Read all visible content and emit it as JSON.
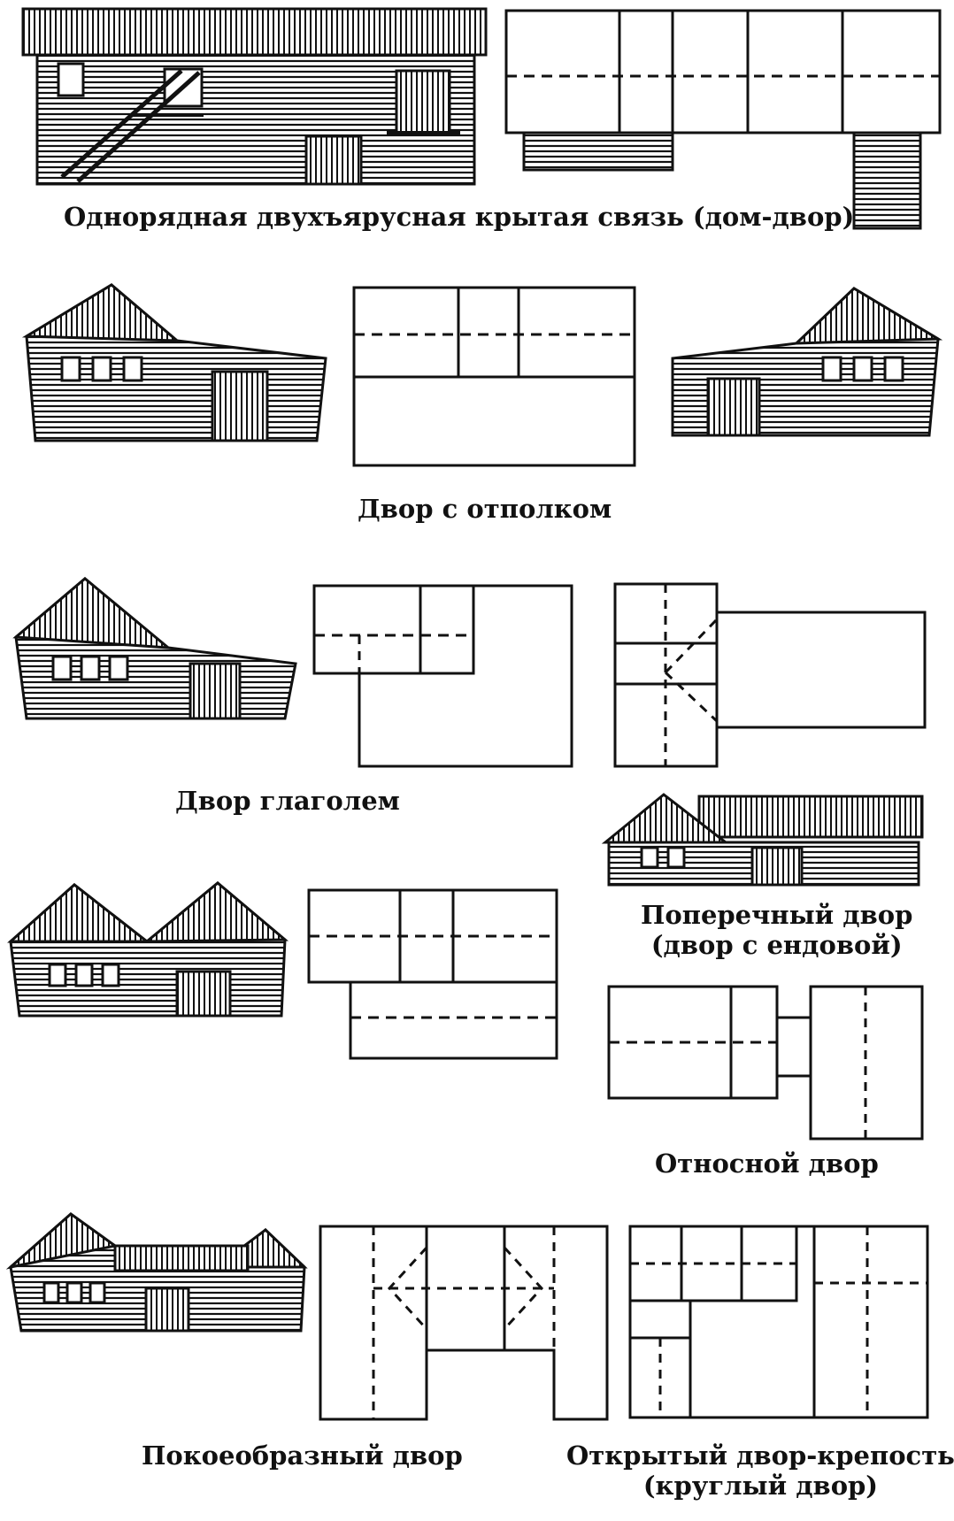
{
  "figure": {
    "line_color": "#111111",
    "fill_color": "#ffffff",
    "panels": [
      {
        "id": "row-connection",
        "caption": [
          "Однорядная двухъярусная крытая связь (дом-двор)"
        ]
      },
      {
        "id": "yard-with-otpolok",
        "caption": [
          "Двор с отполком"
        ]
      },
      {
        "id": "yard-glagol",
        "caption": [
          "Двор глаголем"
        ]
      },
      {
        "id": "cross-yard",
        "caption": [
          "Поперечный двор",
          "(двор с ендовой)"
        ]
      },
      {
        "id": "detached-yard",
        "caption": [
          "Относной двор"
        ]
      },
      {
        "id": "u-shaped-yard",
        "caption": [
          "Покоеобразный двор"
        ]
      },
      {
        "id": "open-fortress-yard",
        "caption": [
          "Открытый двор-крепость",
          "(круглый двор)"
        ]
      }
    ]
  }
}
